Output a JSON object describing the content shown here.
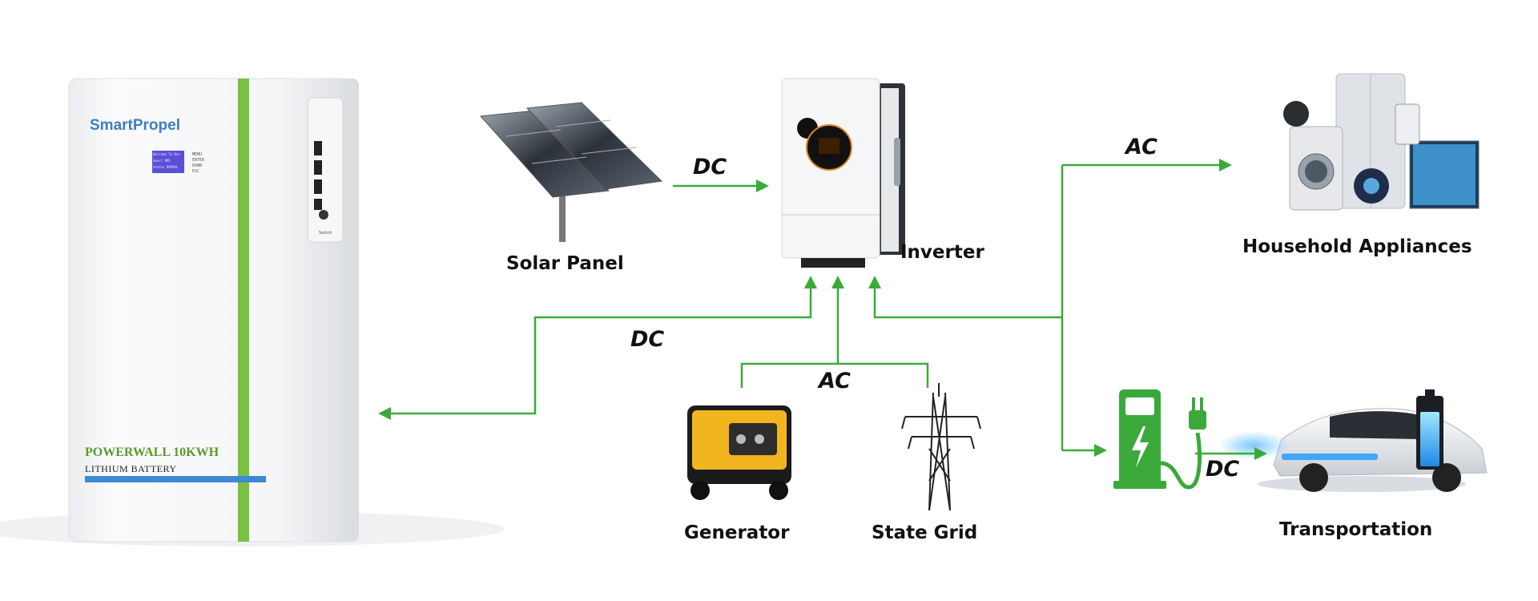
{
  "colors": {
    "flow_line": "#3aab3a",
    "battery_stripe_green": "#7ac143",
    "battery_stripe_blue": "#3d8ad0",
    "charger_green": "#3aa93a"
  },
  "battery": {
    "brand": "SmartPropel",
    "model": "POWERWALL 10KWH",
    "type": "LITHIUM BATTERY",
    "screen_line1": "Welcome To Use",
    "screen_line2": "Smart BMS",
    "screen_line3": "Status NORMAL ...",
    "button_labels": [
      "MENU",
      "ENTER",
      "DOWN",
      "ESC"
    ],
    "switch_label": "Switch"
  },
  "nodes": {
    "solar_panel": "Solar Panel",
    "inverter": "Inverter",
    "household": "Household Appliances",
    "generator": "Generator",
    "state_grid": "State Grid",
    "transportation": "Transportation"
  },
  "flows": {
    "solar_to_inverter": "DC",
    "inverter_to_household": "AC",
    "battery_link": "DC",
    "grid_generator": "AC",
    "charger_to_car": "DC"
  }
}
